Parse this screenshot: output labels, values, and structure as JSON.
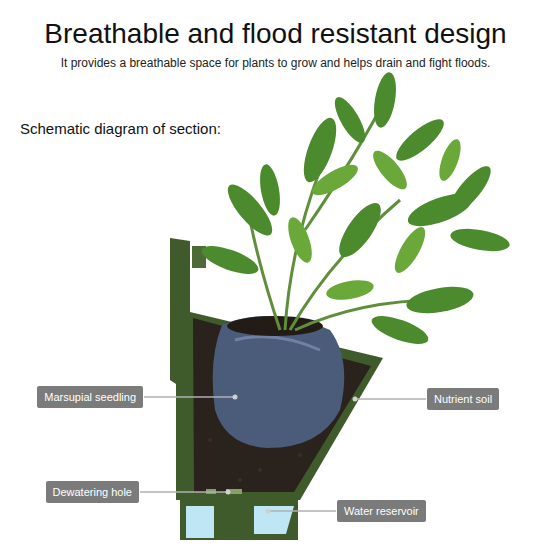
{
  "diagram": {
    "title": "Breathable and flood resistant design",
    "nodes": [
      {
        "text": [
          "Marsupial seedling"
        ]
      },
      {
        "text": [
          "Nutrient soil"
        ]
      },
      {
        "text": [
          "Dewatering hole"
        ]
      },
      {
        "text": [
          "Water reservoir"
        ]
      }
    ],
    "labels": [
      "It provides a breathable space for plants to grow and helps drain and fight floods.",
      "Schematic diagram of section:"
    ]
  }
}
